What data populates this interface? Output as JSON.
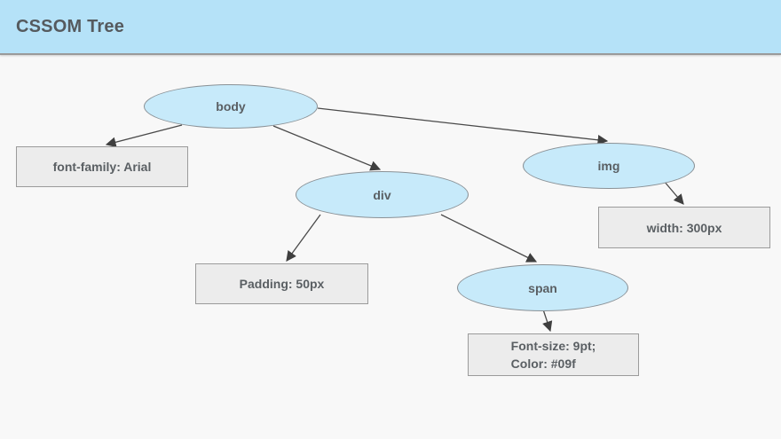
{
  "header": {
    "title": "CSSOM Tree"
  },
  "colors": {
    "header_bg": "#b5e2f8",
    "header_border": "#9a9a9a",
    "node_fill": "#c7eafa",
    "node_border": "#8a9196",
    "box_fill": "#ececec",
    "box_border": "#9b9b9b",
    "text": "#5a5f63",
    "arrow": "#4a4a4a",
    "canvas_bg": "#f8f8f8"
  },
  "diagram": {
    "title": "CSSOM Tree",
    "nodes": {
      "body": {
        "label": "body",
        "shape": "ellipse"
      },
      "div": {
        "label": "div",
        "shape": "ellipse"
      },
      "img": {
        "label": "img",
        "shape": "ellipse"
      },
      "span": {
        "label": "span",
        "shape": "ellipse"
      },
      "font_family": {
        "label": "font-family: Arial",
        "shape": "rect"
      },
      "padding": {
        "label": "Padding: 50px",
        "shape": "rect"
      },
      "width": {
        "label": "width: 300px",
        "shape": "rect"
      },
      "font_size": {
        "line1": "Font-size: 9pt;",
        "line2": "Color: #09f",
        "shape": "rect"
      }
    },
    "edges": [
      {
        "from": "body",
        "to": "font_family"
      },
      {
        "from": "body",
        "to": "div"
      },
      {
        "from": "body",
        "to": "img"
      },
      {
        "from": "div",
        "to": "padding"
      },
      {
        "from": "div",
        "to": "span"
      },
      {
        "from": "img",
        "to": "width"
      },
      {
        "from": "span",
        "to": "font_size"
      }
    ]
  }
}
